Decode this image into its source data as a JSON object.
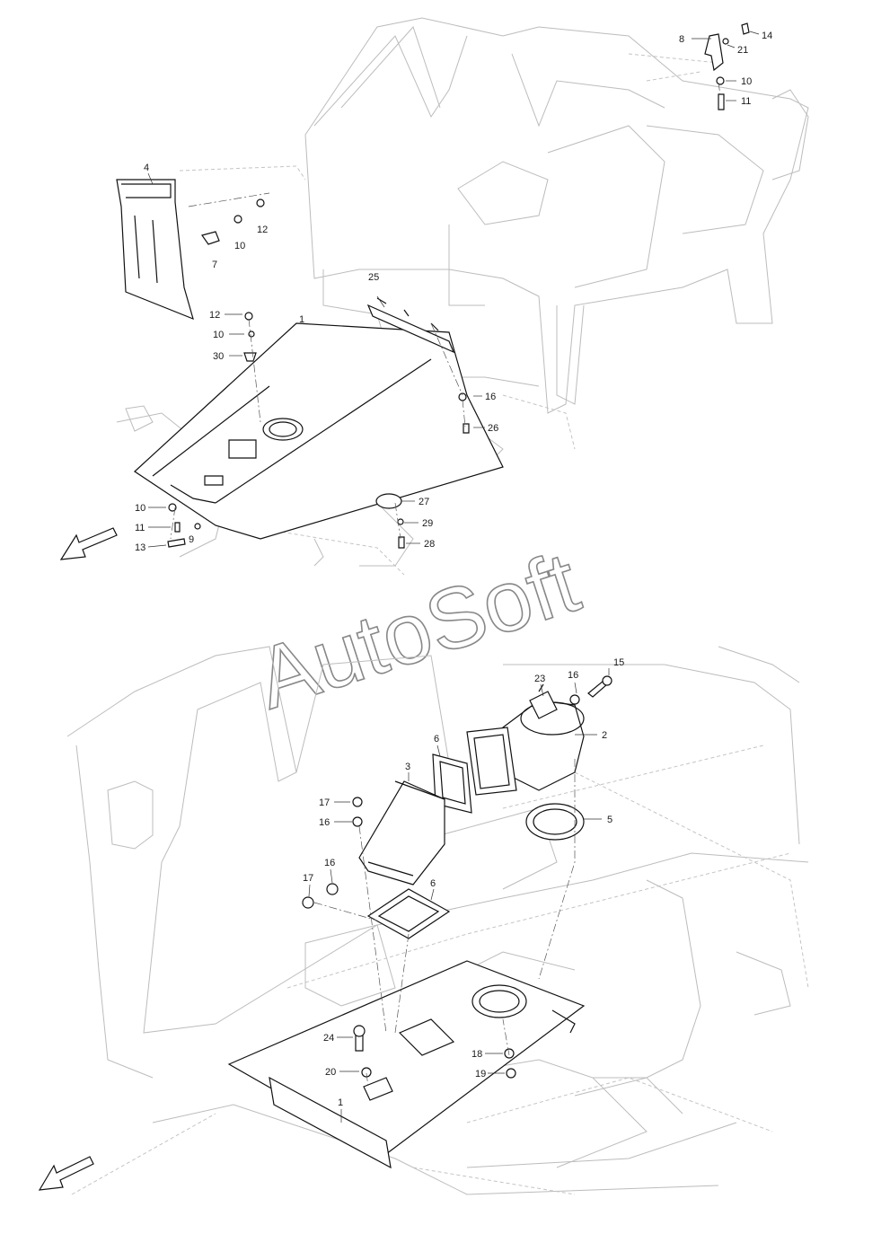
{
  "watermark": "AutoSoft",
  "top_view": {
    "callouts": [
      {
        "id": "c-top-4",
        "text": "4"
      },
      {
        "id": "c-top-12a",
        "text": "12"
      },
      {
        "id": "c-top-10a",
        "text": "10"
      },
      {
        "id": "c-top-7",
        "text": "7"
      },
      {
        "id": "c-top-8",
        "text": "8"
      },
      {
        "id": "c-top-14",
        "text": "14"
      },
      {
        "id": "c-top-21",
        "text": "21"
      },
      {
        "id": "c-top-10b",
        "text": "10"
      },
      {
        "id": "c-top-11a",
        "text": "11"
      },
      {
        "id": "c-top-25",
        "text": "25"
      },
      {
        "id": "c-top-12b",
        "text": "12"
      },
      {
        "id": "c-top-1",
        "text": "1"
      },
      {
        "id": "c-top-10c",
        "text": "10"
      },
      {
        "id": "c-top-30",
        "text": "30"
      },
      {
        "id": "c-top-16",
        "text": "16"
      },
      {
        "id": "c-top-26",
        "text": "26"
      },
      {
        "id": "c-top-27",
        "text": "27"
      },
      {
        "id": "c-top-10d",
        "text": "10"
      },
      {
        "id": "c-top-29",
        "text": "29"
      },
      {
        "id": "c-top-11b",
        "text": "11"
      },
      {
        "id": "c-top-9",
        "text": "9"
      },
      {
        "id": "c-top-13",
        "text": "13"
      },
      {
        "id": "c-top-28",
        "text": "28"
      }
    ]
  },
  "bottom_view": {
    "callouts": [
      {
        "id": "c-bot-23",
        "text": "23"
      },
      {
        "id": "c-bot-16a",
        "text": "16"
      },
      {
        "id": "c-bot-15",
        "text": "15"
      },
      {
        "id": "c-bot-2",
        "text": "2"
      },
      {
        "id": "c-bot-6a",
        "text": "6"
      },
      {
        "id": "c-bot-3",
        "text": "3"
      },
      {
        "id": "c-bot-17a",
        "text": "17"
      },
      {
        "id": "c-bot-16b",
        "text": "16"
      },
      {
        "id": "c-bot-5",
        "text": "5"
      },
      {
        "id": "c-bot-16c",
        "text": "16"
      },
      {
        "id": "c-bot-17b",
        "text": "17"
      },
      {
        "id": "c-bot-6b",
        "text": "6"
      },
      {
        "id": "c-bot-24",
        "text": "24"
      },
      {
        "id": "c-bot-20",
        "text": "20"
      },
      {
        "id": "c-bot-18",
        "text": "18"
      },
      {
        "id": "c-bot-19",
        "text": "19"
      },
      {
        "id": "c-bot-1",
        "text": "1"
      }
    ]
  },
  "icons": {
    "direction_arrow": "direction-arrow-icon"
  }
}
